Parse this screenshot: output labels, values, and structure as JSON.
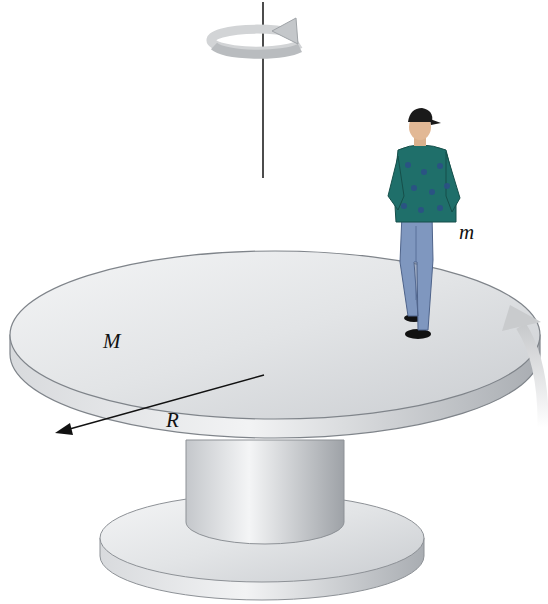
{
  "diagram": {
    "labels": [
      "M",
      "R",
      "m"
    ]
  }
}
